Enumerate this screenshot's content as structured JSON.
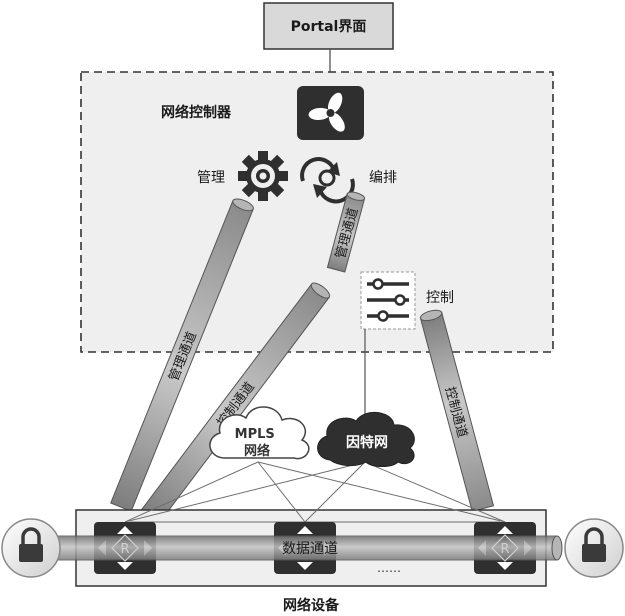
{
  "portal": {
    "label": "Portal界面"
  },
  "controller": {
    "title": "网络控制器",
    "manage_label": "管理",
    "orchestrate_label": "编排",
    "control_label": "控制"
  },
  "channels": {
    "mgmt_left": "管理通道",
    "mgmt_short": "管理通道",
    "control_left": "控制通道",
    "control_right": "控制通道"
  },
  "clouds": {
    "mpls": "MPLS网络",
    "internet": "因特网"
  },
  "devices": {
    "data_channel": "数据通道",
    "ellipsis": "……",
    "title": "网络设备",
    "router_glyph": "R"
  },
  "icons": [
    "controller-logo-icon",
    "gear-icon",
    "refresh-cycle-icon",
    "sliders-icon",
    "router-icon",
    "lock-icon"
  ],
  "colors": {
    "frame_fill": "#efefef",
    "pipe": "#9f9f9f",
    "dark": "#2f2f2f",
    "border": "#333333"
  }
}
